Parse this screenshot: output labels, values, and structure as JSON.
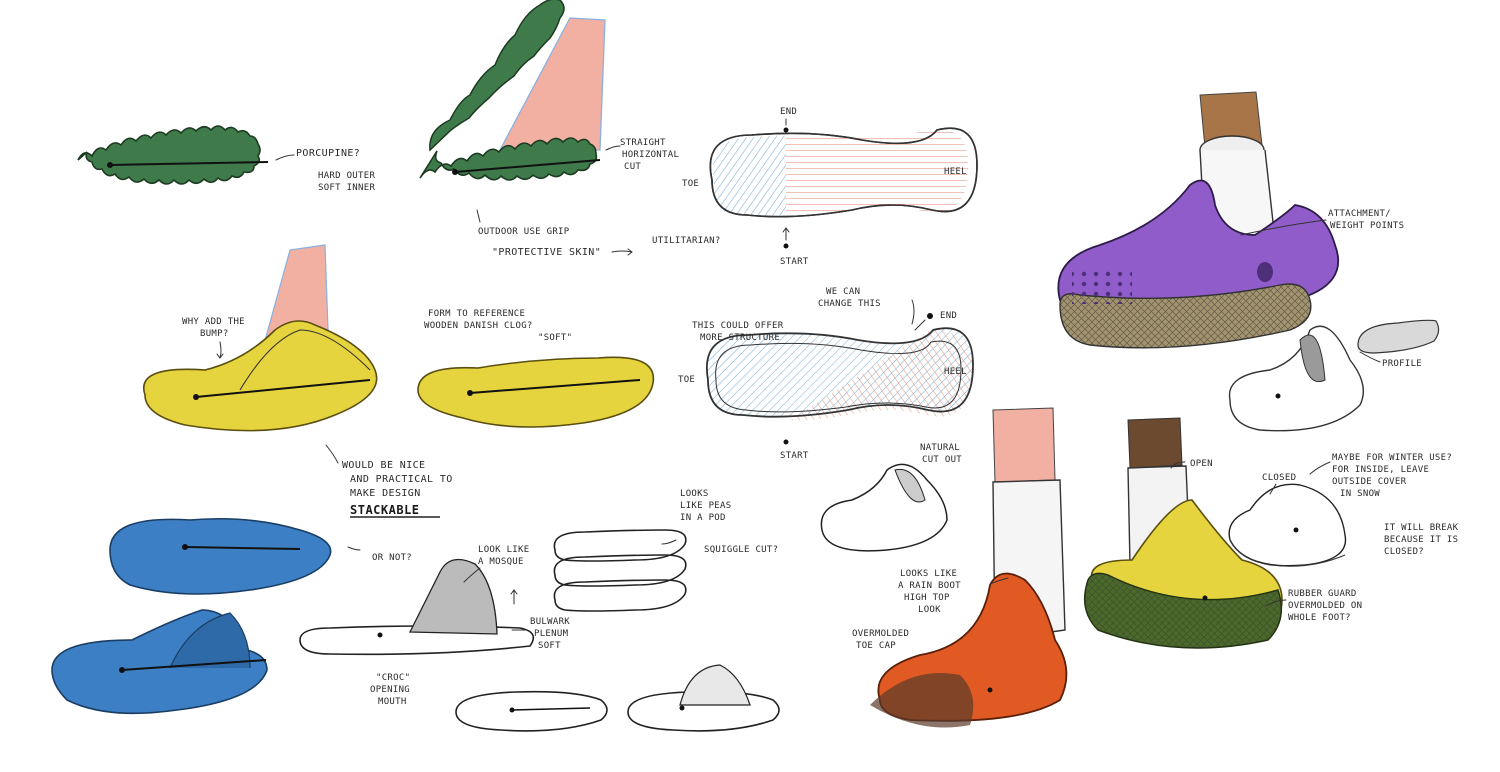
{
  "colors": {
    "green": "#3f7a4a",
    "yellow": "#e6d43f",
    "blue": "#3c7fc4",
    "purple": "#8f5cc9",
    "orange": "#e15a24",
    "skin": "#f2b0a3",
    "brown": "#a87548",
    "darkbrown": "#6b4a2f",
    "sole_green": "#4b6a2a",
    "sole_tan": "#a4946e"
  },
  "labels": {
    "porcupine": "PORCUPINE?",
    "hard_outer_1": "HARD OUTER",
    "hard_outer_2": "SOFT INNER",
    "straight_1": "STRAIGHT",
    "straight_2": "HORIZONTAL",
    "straight_3": "CUT",
    "outdoor_grip": "OUTDOOR USE GRIP",
    "protective_skin": "\"PROTECTIVE SKIN\"",
    "utilitarian": "UTILITARIAN?",
    "end_top": "END",
    "toe_top": "TOE",
    "heel_top": "HEEL",
    "start_top": "START",
    "we_can_1": "WE CAN",
    "we_can_2": "CHANGE THIS",
    "end_bottom": "END",
    "structure_1": "THIS COULD OFFER",
    "structure_2": "MORE STRUCTURE",
    "toe_bottom": "TOE",
    "heel_bottom": "HEEL",
    "start_bottom": "START",
    "why_bump_1": "WHY ADD THE",
    "why_bump_2": "BUMP?",
    "form_ref_1": "FORM TO REFERENCE",
    "form_ref_2": "WOODEN DANISH CLOG?",
    "form_ref_3": "\"SOFT\"",
    "stack_1": "WOULD BE NICE",
    "stack_2": "AND PRACTICAL TO",
    "stack_3": "MAKE DESIGN",
    "stack_4": "STACKABLE",
    "or_not": "OR NOT?",
    "peas_1": "LOOKS",
    "peas_2": "LIKE PEAS",
    "peas_3": "IN A POD",
    "squiggle": "SQUIGGLE CUT?",
    "mosque_1": "LOOK LIKE",
    "mosque_2": "A MOSQUE",
    "bulwark_1": "BULWARK",
    "bulwark_2": "PLENUM",
    "bulwark_3": "SOFT",
    "croc_1": "\"CROC\"",
    "croc_2": "OPENING",
    "croc_3": "MOUTH",
    "attachment_1": "ATTACHMENT/",
    "attachment_2": "WEIGHT POINTS",
    "profile": "PROFILE",
    "natural_1": "NATURAL",
    "natural_2": "CUT OUT",
    "open": "OPEN",
    "closed": "CLOSED",
    "winter_1": "MAYBE FOR WINTER USE?",
    "winter_2": "FOR INSIDE, LEAVE",
    "winter_3": "OUTSIDE COVER",
    "winter_4": "IN SNOW",
    "break_1": "IT WILL BREAK",
    "break_2": "BECAUSE IT IS",
    "break_3": "CLOSED?",
    "rainboot_1": "LOOKS LIKE",
    "rainboot_2": "A RAIN BOOT",
    "rainboot_3": "HIGH TOP",
    "rainboot_4": "LOOK",
    "overmolded_1": "OVERMOLDED",
    "overmolded_2": "TOE CAP",
    "rubber_1": "RUBBER GUARD",
    "rubber_2": "OVERMOLDED ON",
    "rubber_3": "WHOLE FOOT?"
  }
}
